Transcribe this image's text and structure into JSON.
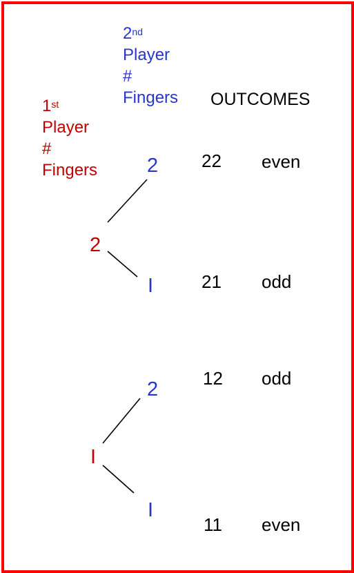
{
  "colors": {
    "border": "#ff0000",
    "first_player": "#c00000",
    "second_player": "#2a35c9",
    "text": "#000000"
  },
  "header": {
    "first_player": {
      "ordinal_num": "1",
      "ordinal_sup": "st",
      "line1": "Player",
      "line2": "#",
      "line3": "Fingers"
    },
    "second_player": {
      "ordinal_num": "2",
      "ordinal_sup": "nd",
      "line1": "Player",
      "line2": "#",
      "line3": "Fingers"
    },
    "outcomes_title": "OUTCOMES"
  },
  "tree": {
    "first_nodes": [
      "2",
      "I"
    ],
    "second_nodes": [
      "2",
      "I",
      "2",
      "I"
    ]
  },
  "outcomes": [
    {
      "code": "22",
      "parity": "even"
    },
    {
      "code": "21",
      "parity": "odd"
    },
    {
      "code": "12",
      "parity": "odd"
    },
    {
      "code": "11",
      "parity": "even"
    }
  ]
}
